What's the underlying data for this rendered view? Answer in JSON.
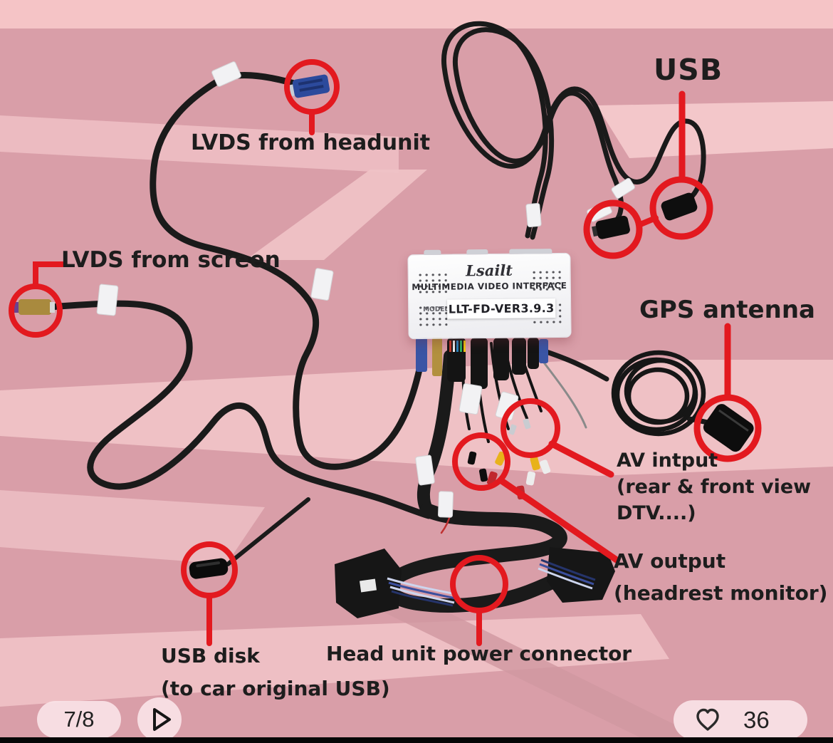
{
  "viewer": {
    "page_indicator": "7/8",
    "like_count": "36"
  },
  "diagram": {
    "device": {
      "brand": "Lsailt",
      "name": "MULTIMEDIA VIDEO INTERFACE",
      "model_label": "MODEL:",
      "model": "LLT-FD-VER3.9.3"
    },
    "labels": {
      "usb": "USB",
      "lvds_headunit": "LVDS from headunit",
      "lvds_screen": "LVDS from screen",
      "gps_antenna": "GPS antenna",
      "av_input_1": "AV intput",
      "av_input_2": "(rear & front view",
      "av_input_3": "DTV....)",
      "av_output_1": "AV output",
      "av_output_2": "(headrest monitor)",
      "usb_disk_1": "USB disk",
      "usb_disk_2": "(to car original USB)",
      "head_unit_power": "Head unit power connector"
    },
    "colors": {
      "annotation_red": "#e3191f",
      "background_pink": "#d99ea8",
      "stripe_pink": "#f1c4c8"
    }
  }
}
